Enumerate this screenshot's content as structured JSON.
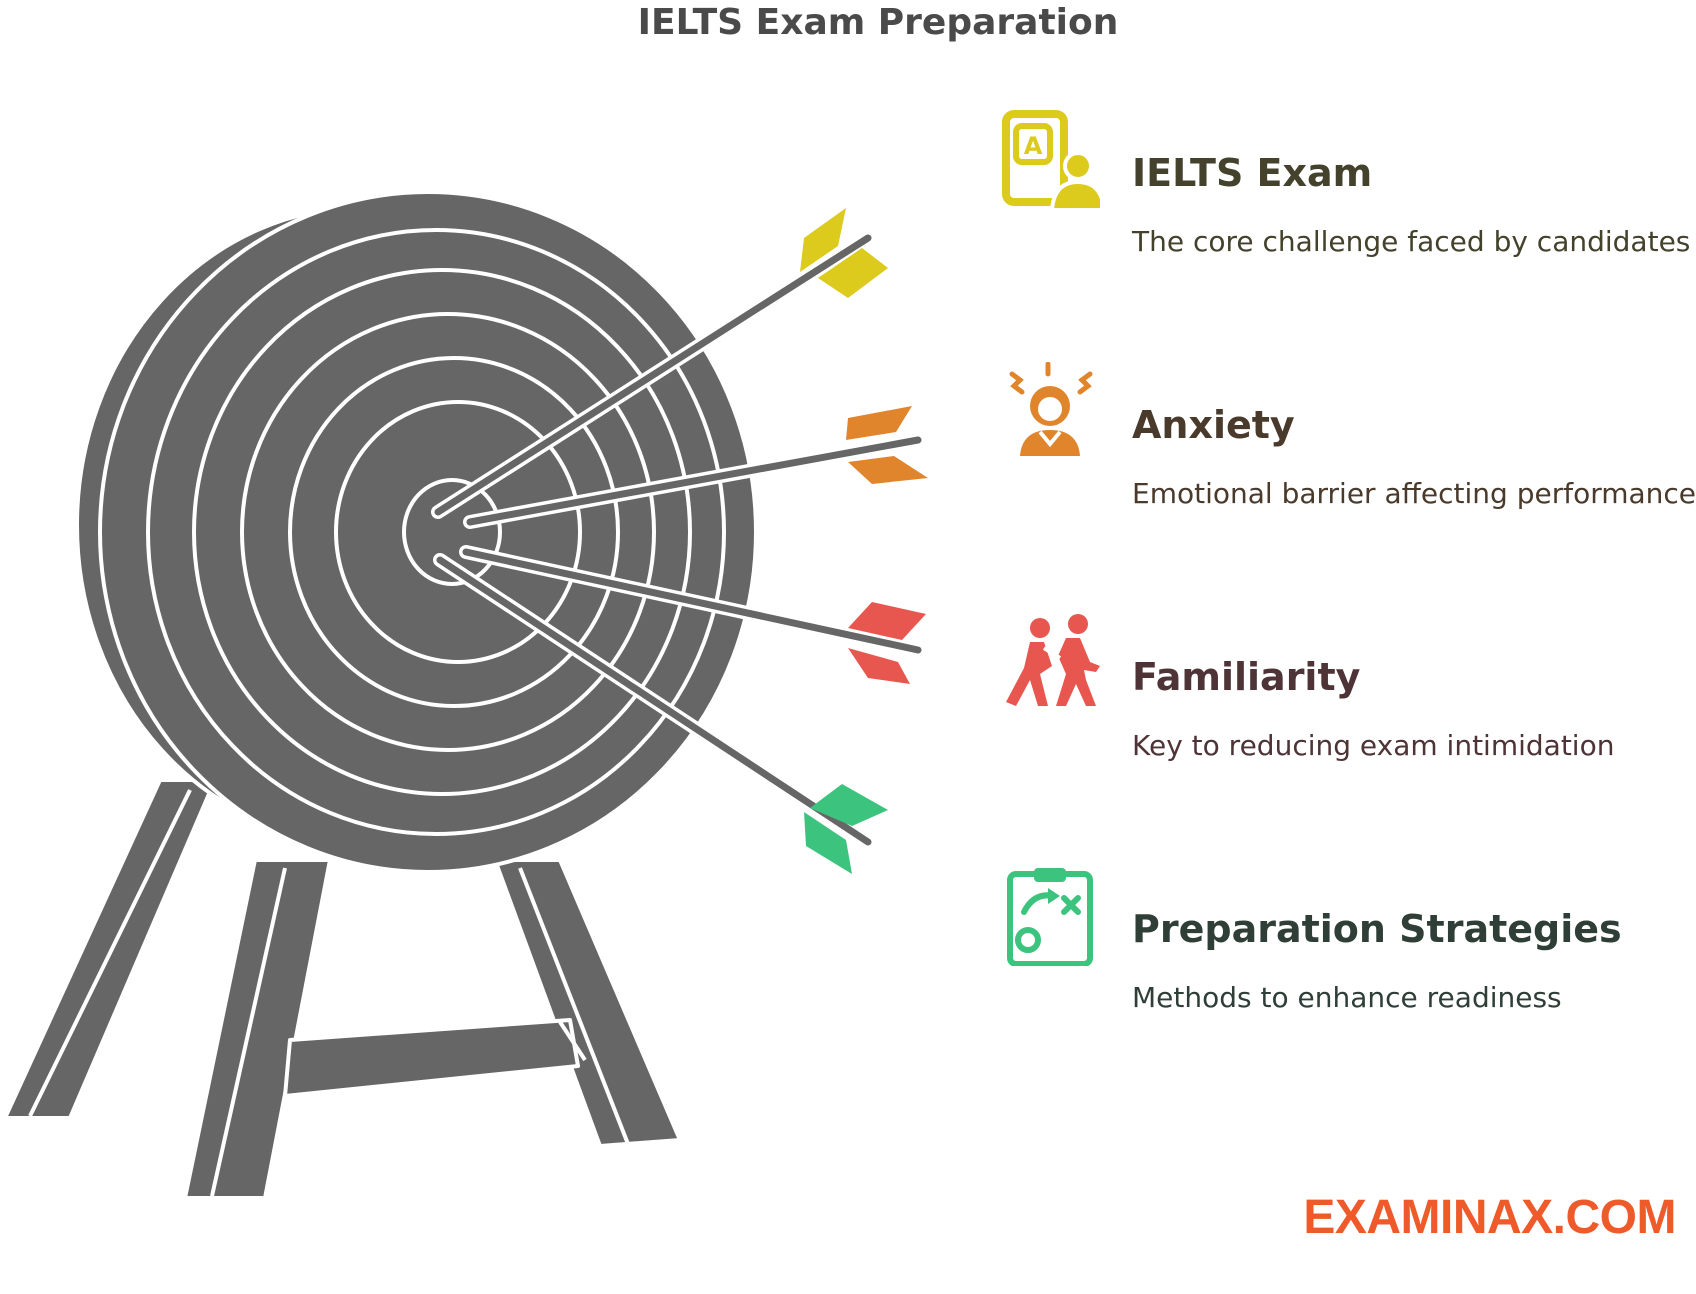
{
  "title": "IELTS Exam Preparation",
  "items": [
    {
      "heading": "IELTS Exam",
      "description": "The core challenge faced by candidates",
      "icon": "exam-candidate-icon",
      "color": "#dcca1c",
      "text_color": "#44422c"
    },
    {
      "heading": "Anxiety",
      "description": "Emotional barrier affecting performance",
      "icon": "anxious-person-icon",
      "color": "#e0852c",
      "text_color": "#4a3a2c"
    },
    {
      "heading": "Familiarity",
      "description": "Key to reducing exam intimidation",
      "icon": "two-people-icon",
      "color": "#e8574f",
      "text_color": "#4e3436"
    },
    {
      "heading": "Preparation Strategies",
      "description": "Methods to enhance readiness",
      "icon": "strategy-clipboard-icon",
      "color": "#3cc47e",
      "text_color": "#2f3f38"
    }
  ],
  "brand": "EXAMINAX.COM",
  "colors": {
    "target": "#666666",
    "brand": "#ef5a2a"
  }
}
